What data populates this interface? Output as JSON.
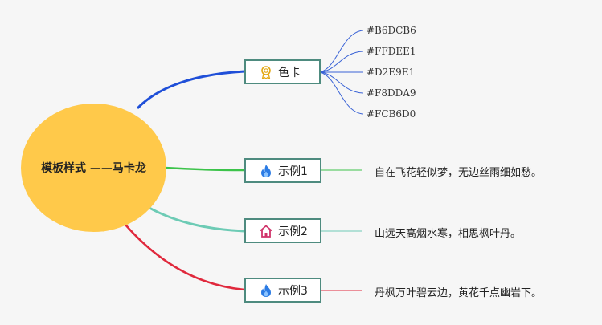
{
  "center": {
    "label": "模板样式 ——马卡龙"
  },
  "branches": [
    {
      "label": "色卡",
      "icon": "award-ribbon-icon",
      "children": [
        "#B6DCB6",
        "#FFDEE1",
        "#D2E9E1",
        "#F8DDA9",
        "#FCB6D0"
      ]
    },
    {
      "label": "示例1",
      "icon": "flame-icon",
      "children": [
        "自在飞花轻似梦，无边丝雨细如愁。"
      ]
    },
    {
      "label": "示例2",
      "icon": "home-icon",
      "children": [
        "山远天高烟水寒，相思枫叶丹。"
      ]
    },
    {
      "label": "示例3",
      "icon": "flame-icon",
      "children": [
        "丹枫万叶碧云边，黄花千点幽岩下。"
      ]
    }
  ],
  "colors": {
    "background": "#f6f6f6",
    "center_fill": "#ffc94a",
    "node_border": "#4e8b7f",
    "branch_1": "#1f4fd8",
    "branch_2": "#3cc34a",
    "branch_3": "#6dcbb5",
    "branch_4": "#e0283c",
    "leaf_1": "#3a63d6",
    "leaf_2": "#3cc34a",
    "leaf_3": "#6dcbb5",
    "leaf_4": "#e0283c"
  }
}
